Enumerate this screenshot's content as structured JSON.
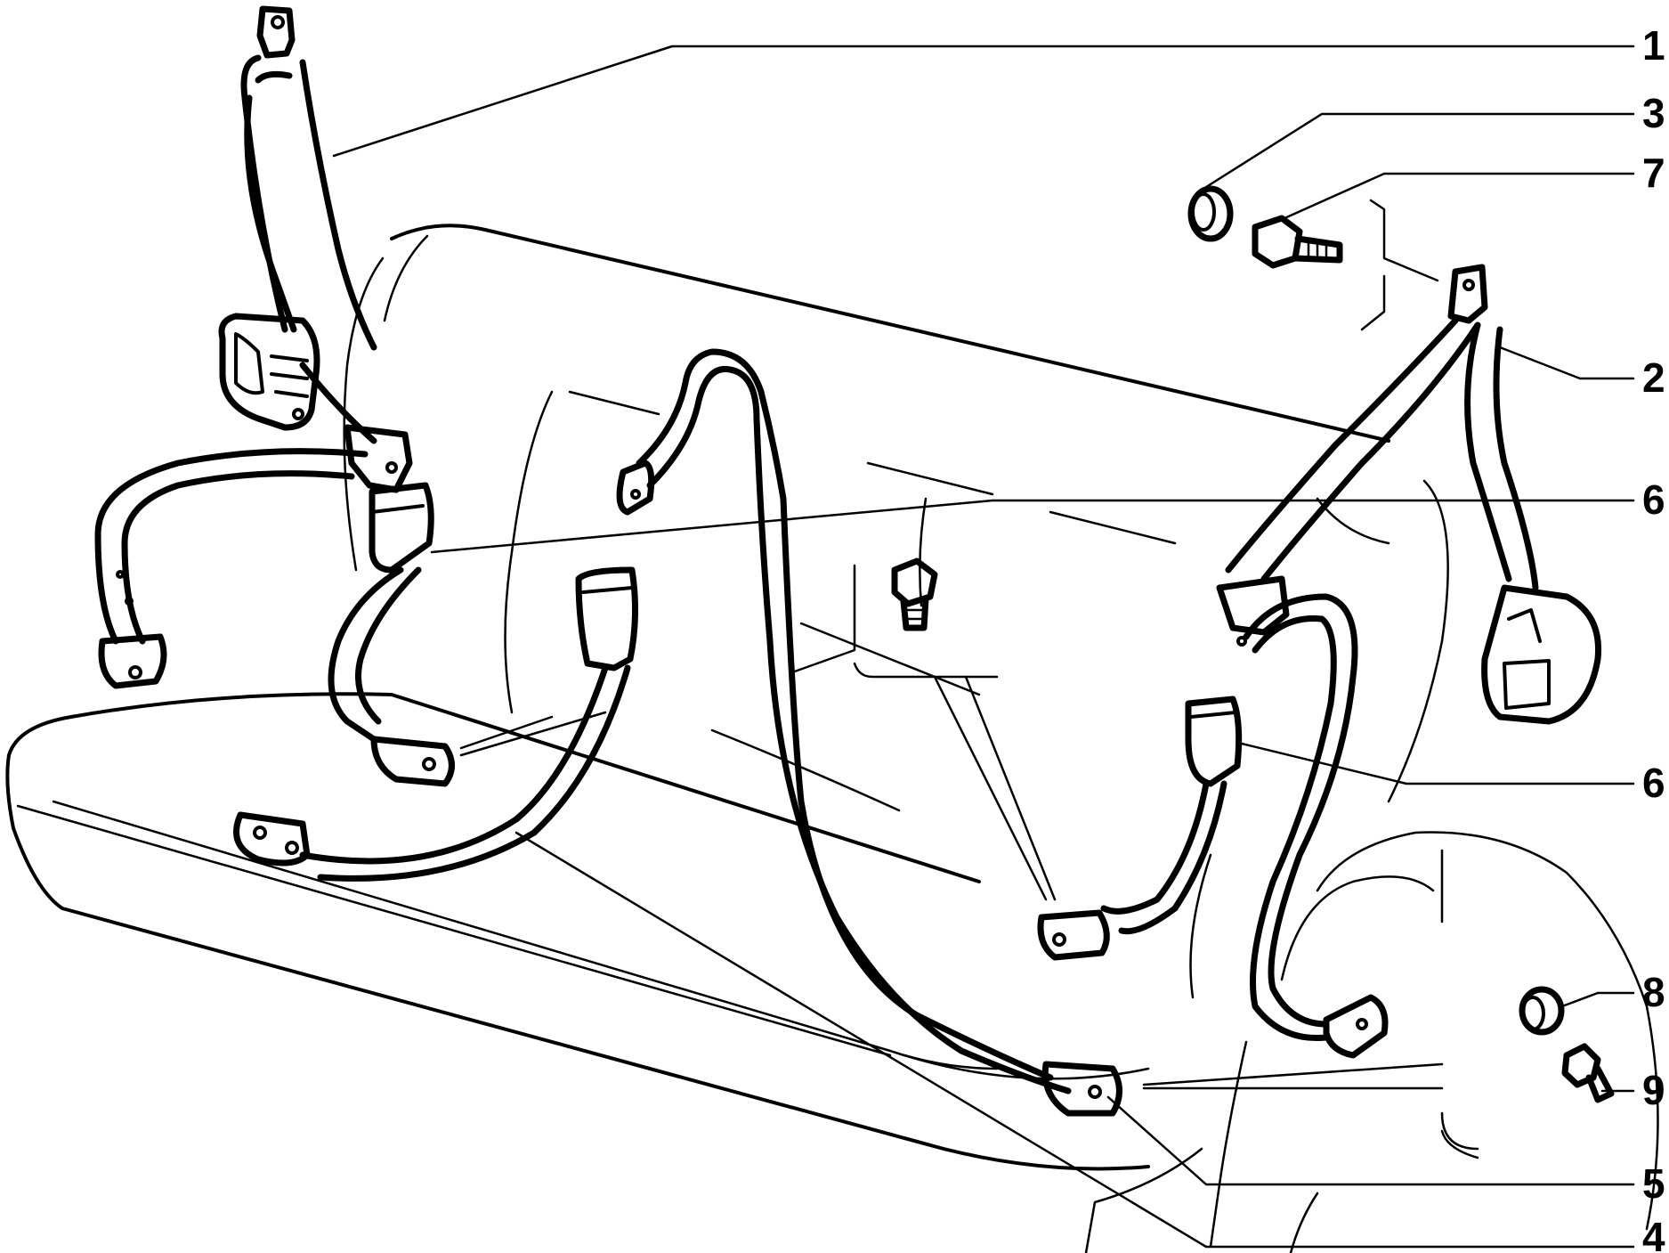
{
  "callouts": [
    {
      "id": "1",
      "label": "1"
    },
    {
      "id": "3",
      "label": "3"
    },
    {
      "id": "7",
      "label": "7"
    },
    {
      "id": "2",
      "label": "2"
    },
    {
      "id": "6a",
      "label": "6"
    },
    {
      "id": "6b",
      "label": "6"
    },
    {
      "id": "8",
      "label": "8"
    },
    {
      "id": "9",
      "label": "9"
    },
    {
      "id": "5",
      "label": "5"
    },
    {
      "id": "4",
      "label": "4"
    }
  ]
}
